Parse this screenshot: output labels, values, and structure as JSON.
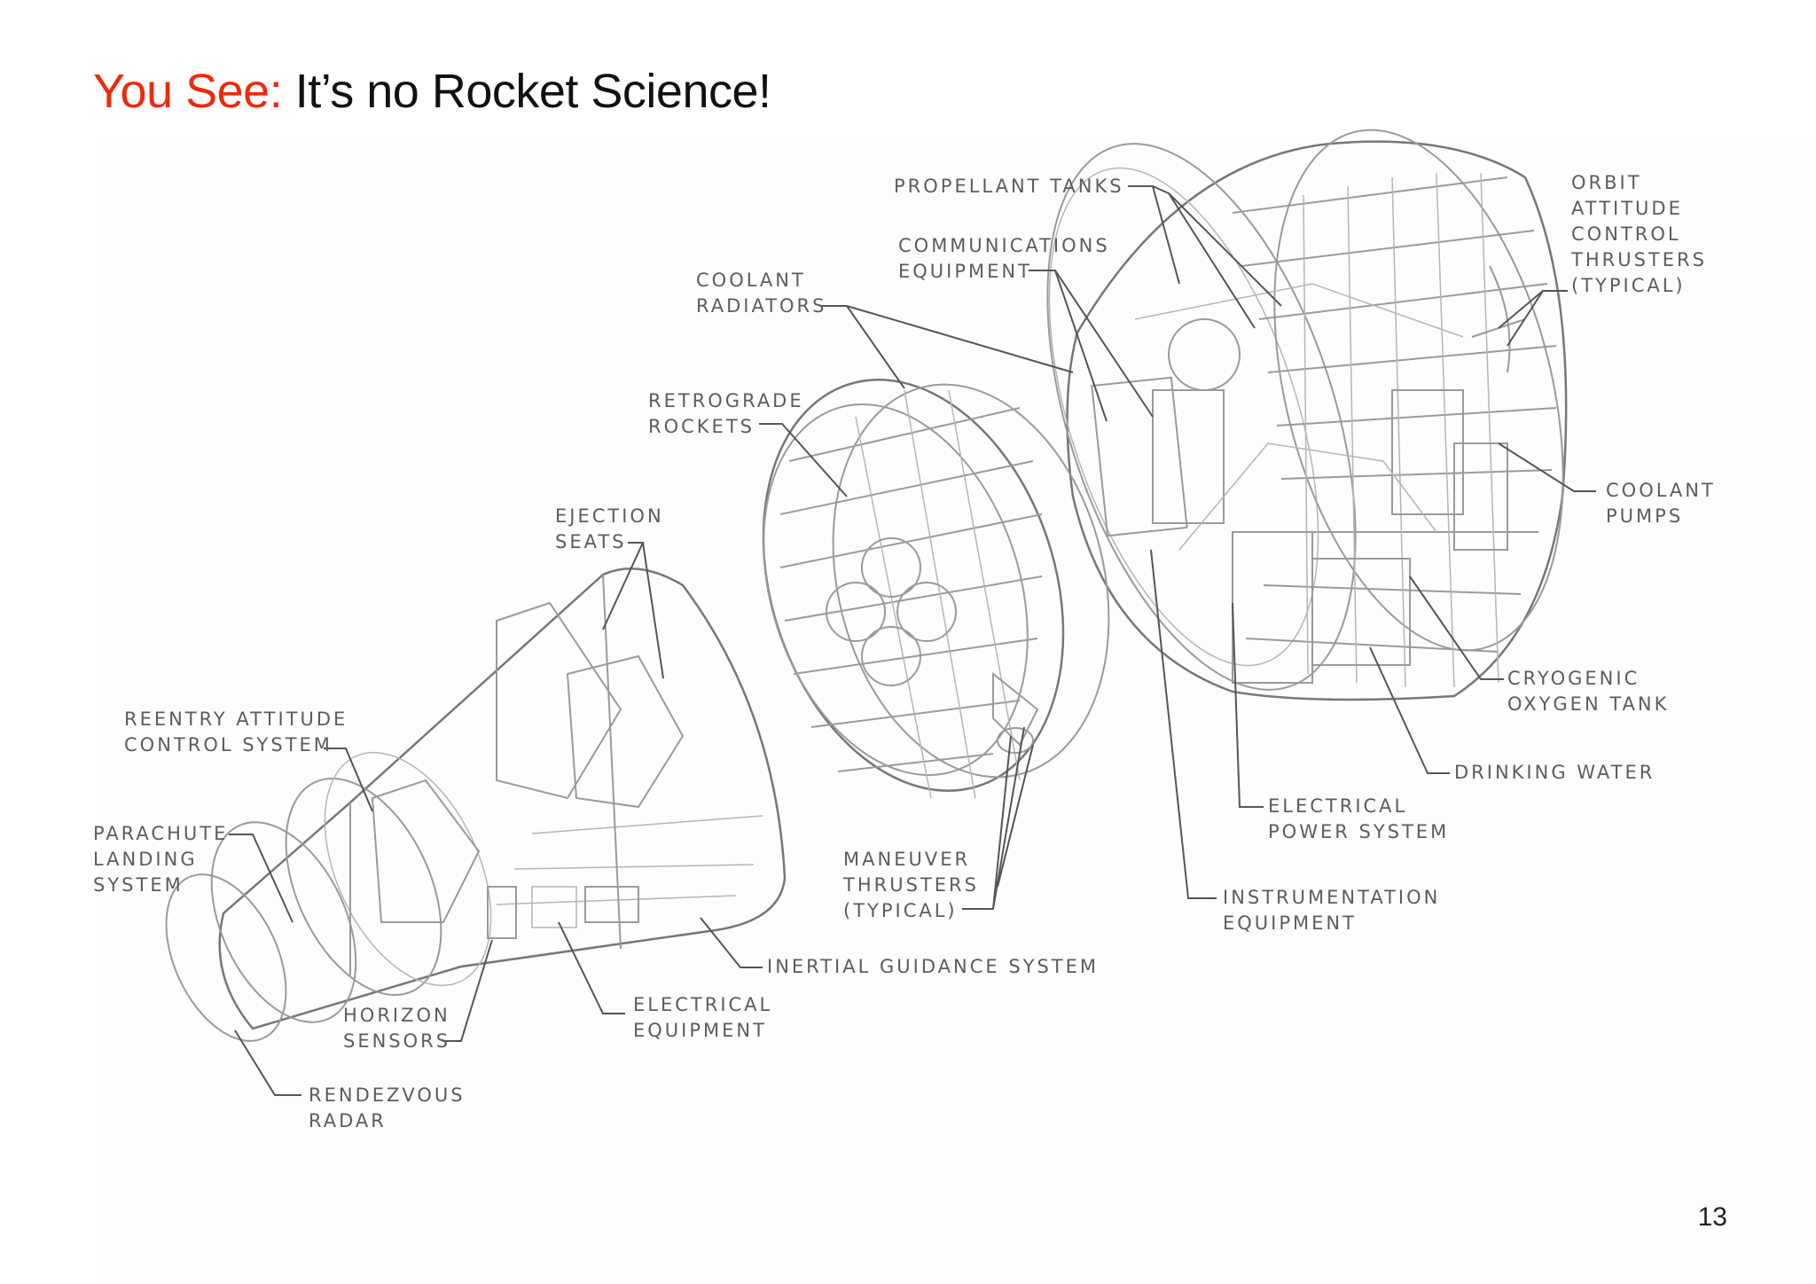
{
  "slide": {
    "title_accent": "You See:",
    "title_rest": "It’s no Rocket Science!",
    "page_number": "13"
  },
  "labels": {
    "propellant_tanks": [
      "PROPELLANT TANKS"
    ],
    "orbit_attitude": [
      "ORBIT",
      "ATTITUDE",
      "CONTROL",
      "THRUSTERS",
      "(TYPICAL)"
    ],
    "communications": [
      "COMMUNICATIONS",
      "EQUIPMENT"
    ],
    "coolant_radiators": [
      "COOLANT",
      "RADIATORS"
    ],
    "retrograde_rockets": [
      "RETROGRADE",
      "ROCKETS"
    ],
    "coolant_pumps": [
      "COOLANT",
      "PUMPS"
    ],
    "ejection_seats": [
      "EJECTION",
      "SEATS"
    ],
    "cryogenic_oxygen": [
      "CRYOGENIC",
      "OXYGEN TANK"
    ],
    "reentry_attitude": [
      "REENTRY ATTITUDE",
      "CONTROL SYSTEM"
    ],
    "drinking_water": [
      "DRINKING WATER"
    ],
    "parachute_landing": [
      "PARACHUTE",
      "LANDING",
      "SYSTEM"
    ],
    "electrical_power": [
      "ELECTRICAL",
      "POWER SYSTEM"
    ],
    "maneuver_thrusters": [
      "MANEUVER",
      "THRUSTERS",
      "(TYPICAL)"
    ],
    "instrumentation": [
      "INSTRUMENTATION",
      "EQUIPMENT"
    ],
    "inertial_guidance": [
      "INERTIAL GUIDANCE SYSTEM"
    ],
    "horizon_sensors": [
      "HORIZON",
      "SENSORS"
    ],
    "electrical_equipment": [
      "ELECTRICAL",
      "EQUIPMENT"
    ],
    "rendezvous_radar": [
      "RENDEZVOUS",
      "RADAR"
    ]
  },
  "colors": {
    "accent": "#ee2a0c",
    "title_text": "#111111",
    "label_text": "#5c5c5c",
    "drawing_stroke": "#9a9a9a"
  }
}
